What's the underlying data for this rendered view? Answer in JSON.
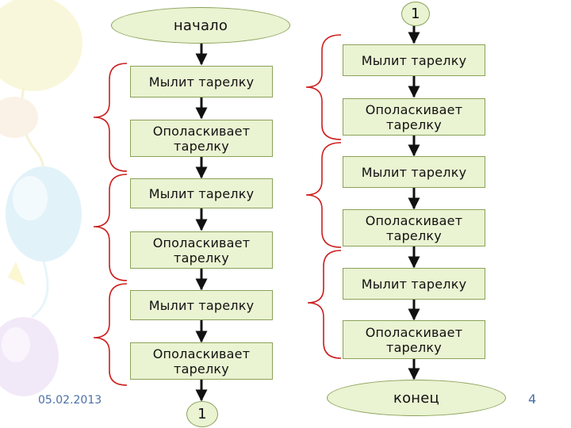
{
  "diagram": {
    "left_column": {
      "start": "начало",
      "steps": [
        "Мылит тарелку",
        "Ополаскивает\nтарелку",
        "Мылит тарелку",
        "Ополаскивает\nтарелку",
        "Мылит тарелку",
        "Ополаскивает\nтарелку"
      ],
      "connector": "1"
    },
    "right_column": {
      "connector": "1",
      "steps": [
        "Мылит тарелку",
        "Ополаскивает\nтарелку",
        "Мылит тарелку",
        "Ополаскивает\nтарелку",
        "Мылит тарелку",
        "Ополаскивает\nтарелку"
      ],
      "end": "конец"
    }
  },
  "footer": {
    "date": "05.02.2013",
    "page": "4"
  },
  "colors": {
    "node_fill": "#eaf3d2",
    "node_border": "#8aa25a",
    "arrow": "#111111",
    "brace": "#cc1f1f",
    "footer_text": "#4a6fa5"
  }
}
